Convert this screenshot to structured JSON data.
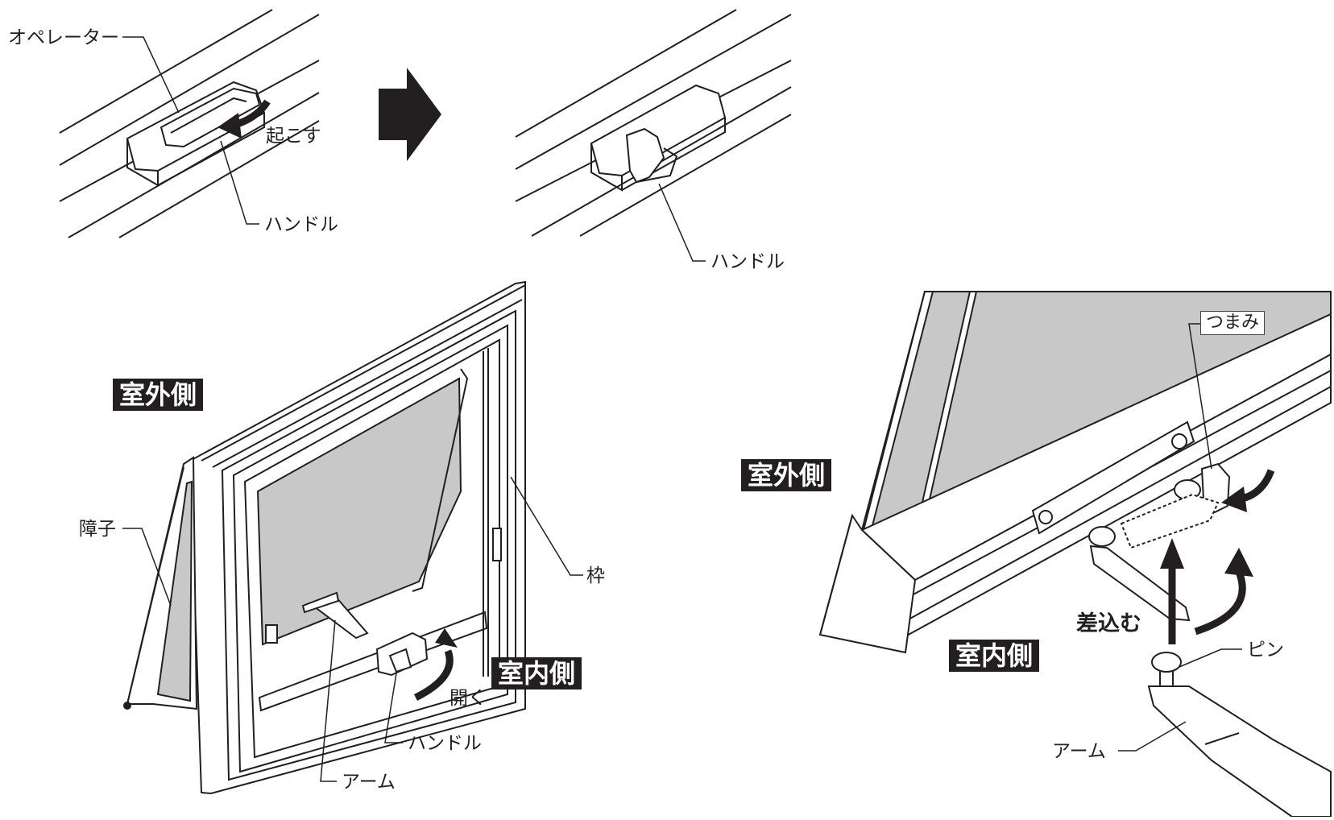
{
  "labels": {
    "operator": "オペレーター",
    "raise": "起こす",
    "handle_top_left": "ハンドル",
    "handle_top_right": "ハンドル",
    "outdoor_left": "室外側",
    "screen": "障子",
    "frame": "枠",
    "indoor_left": "室内側",
    "open": "開く",
    "handle_bottom": "ハンドル",
    "arm_left": "アーム",
    "knob": "つまみ",
    "outdoor_right": "室外側",
    "insert": "差込む",
    "indoor_right": "室内側",
    "pin": "ピン",
    "arm_right": "アーム"
  },
  "colors": {
    "ink": "#231f20",
    "glass": "#c8c8c8",
    "paper": "#ffffff"
  }
}
